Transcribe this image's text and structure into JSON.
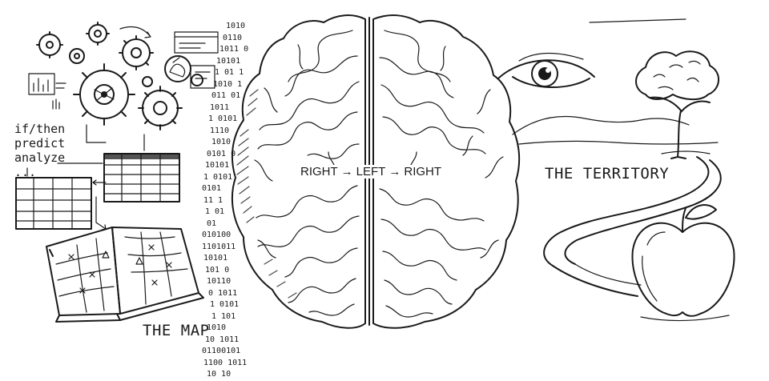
{
  "labels": {
    "map": "THE MAP",
    "territory": "THE TERRITORY"
  },
  "flow": {
    "step1": "RIGHT",
    "arrow1": "→",
    "step2": "LEFT",
    "arrow2": "→",
    "step3": "RIGHT"
  },
  "keywords": [
    "if/then",
    "predict",
    "analyze",
    "..."
  ],
  "binary": [
    "1010",
    "0110",
    "1011 0",
    "10101",
    "1 01 1",
    "1010 1",
    "011 01",
    "1011",
    "1 0101",
    "1110",
    "1010",
    "0101 0",
    "10101",
    "1 0101",
    "0101",
    "11 1",
    "1 01",
    "01",
    "010100",
    "1101011",
    "10101",
    "101 0",
    "10110",
    "0 1011",
    "1 0101",
    "1 101",
    "1010",
    "10 1011",
    "01100101",
    "1100 1011",
    "10 10"
  ],
  "colors": {
    "ink": "#1a1a1a",
    "paper": "#ffffff"
  }
}
